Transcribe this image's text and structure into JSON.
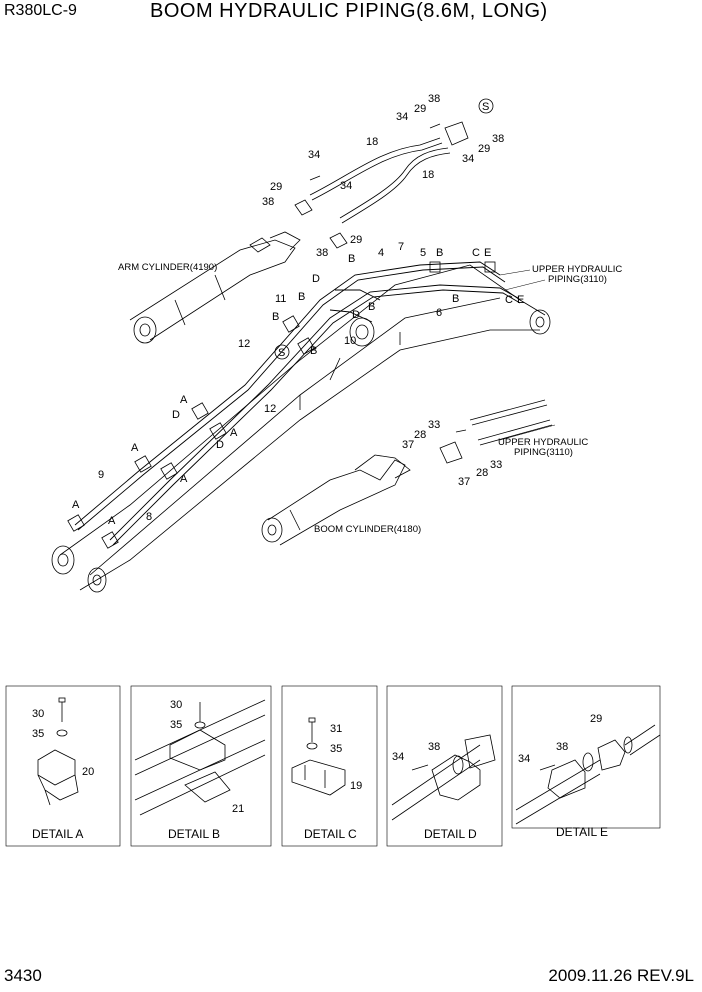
{
  "header": {
    "model": "R380LC-9",
    "title": "BOOM HYDRAULIC PIPING(8.6M, LONG)"
  },
  "footer": {
    "page_number": "3430",
    "revision": "2009.11.26 REV.9L"
  },
  "notes": {
    "arm_cylinder": "ARM CYLINDER(4190)",
    "upper_hydraulic_1": [
      "UPPER HYDRAULIC",
      "PIPING(3110)"
    ],
    "upper_hydraulic_2": [
      "UPPER HYDRAULIC",
      "PIPING(3110)"
    ],
    "boom_cylinder": "BOOM CYLINDER(4180)"
  },
  "callouts": {
    "c34a": "34",
    "c29a": "29",
    "c38a": "38",
    "cSa": "S",
    "c38b": "38",
    "c29b": "29",
    "c34b": "34",
    "c18a": "18",
    "c18b": "18",
    "c34c": "34",
    "c34d": "34",
    "c29c": "29",
    "c38c": "38",
    "c38d": "38",
    "c29d": "29",
    "c4": "4",
    "c7": "7",
    "c5": "5",
    "cB1": "B",
    "cC1": "C",
    "cE1": "E",
    "cD1": "D",
    "cB2": "B",
    "c11": "11",
    "cB3": "B",
    "cB4": "B",
    "cD2": "D",
    "cB5": "B",
    "c6": "6",
    "cC2": "C",
    "cE2": "E",
    "cB6": "B",
    "cS2": "S",
    "cB7": "B",
    "c10": "10",
    "c12a": "12",
    "c12b": "12",
    "cA1": "A",
    "cD3": "D",
    "cA2": "A",
    "cD4": "D",
    "cA3": "A",
    "cA4": "A",
    "c9": "9",
    "cA5": "A",
    "cA6": "A",
    "c8": "8",
    "c33a": "33",
    "c28a": "28",
    "c37a": "37",
    "c33b": "33",
    "c28b": "28",
    "c37b": "37"
  },
  "details": {
    "a": {
      "label": "DETAIL  A",
      "c30": "30",
      "c35": "35",
      "c20": "20"
    },
    "b": {
      "label": "DETAIL  B",
      "c30": "30",
      "c35": "35",
      "c21": "21"
    },
    "c": {
      "label": "DETAIL  C",
      "c31": "31",
      "c35": "35",
      "c19": "19"
    },
    "d": {
      "label": "DETAIL  D",
      "c38": "38",
      "c34": "34"
    },
    "e": {
      "label": "DETAIL  E",
      "c29": "29",
      "c38": "38",
      "c34": "34"
    }
  }
}
